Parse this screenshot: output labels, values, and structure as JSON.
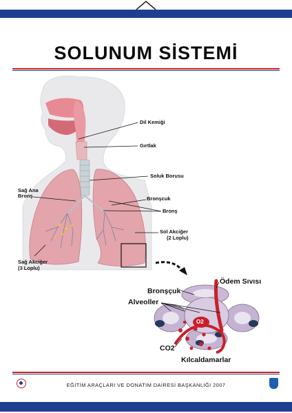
{
  "poster": {
    "title": "SOLUNUM SİSTEMİ",
    "footer": "EĞİTİM ARAÇLARI  VE DONATIM DAİRESİ BAŞKANLIĞI  2007"
  },
  "labels": {
    "dil_kemigi": "Dil Kemiği",
    "girtlak": "Gırtlak",
    "soluk_borusu": "Soluk Borusu",
    "sag_ana_brons_1": "Sağ Ana",
    "sag_ana_brons_2": "Bronş",
    "bronscuk": "Bronşcuk",
    "brons": "Bronş",
    "sol_akciger_1": "Sol Akciğer",
    "sol_akciger_2": "(2 Loplu)",
    "sag_akciger_1": "Sağ Akciğer",
    "sag_akciger_2": "(3 Loplu)"
  },
  "detail_labels": {
    "bronscuk": "Bronşçuk",
    "alveoller": "Alveoller",
    "odem_sivisi": "Ödem Sıvısı",
    "o2": "O2",
    "co2": "CO2",
    "kilcaldamarlar": "Kılcaldamarlar"
  },
  "colors": {
    "rod": "#1e3f8f",
    "rule_red": "#c8202a",
    "lung": "#e3a4ab",
    "vessel": "#c8202a"
  }
}
